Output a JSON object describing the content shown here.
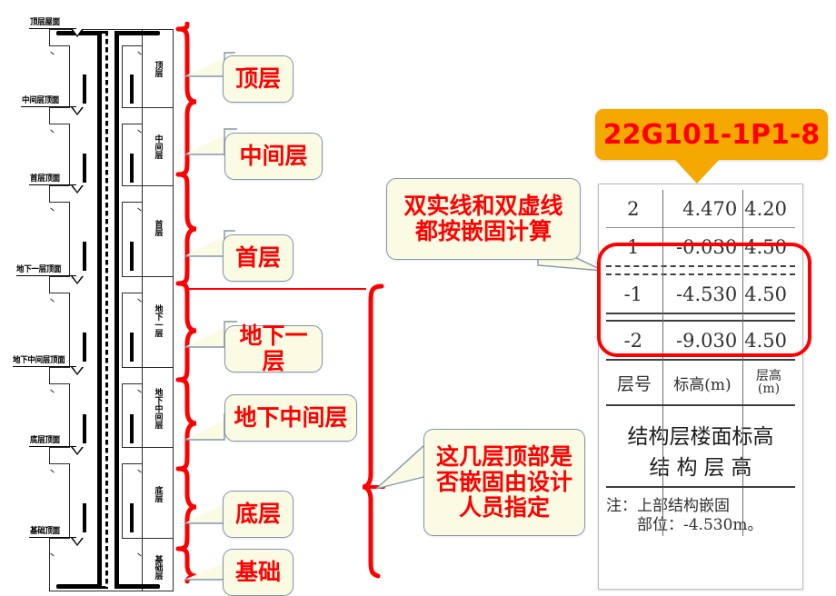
{
  "badge": {
    "code": "22G101-1P1-8"
  },
  "drawing": {
    "elevation_markers": [
      "顶层屋面",
      "中间层顶面",
      "首层顶面",
      "地下一层顶面",
      "地下中间层顶面",
      "底层顶面",
      "基础顶面"
    ],
    "storey_labels": [
      "顶层",
      "中间层",
      "首层",
      "地下一层",
      "地下中间层",
      "底层",
      "基础层"
    ]
  },
  "callouts": {
    "storeys": [
      {
        "label": "顶层"
      },
      {
        "label": "中间层"
      },
      {
        "label": "首层"
      },
      {
        "label": "地下一层"
      },
      {
        "label": "地下中间层"
      },
      {
        "label": "底层"
      },
      {
        "label": "基础"
      }
    ],
    "note_top": "双实线和双虚线\n都按嵌固计算",
    "note_bottom": "这几层顶部是\n否嵌固由设计\n人员指定"
  },
  "table": {
    "headers": {
      "floor": "层号",
      "elevation": "标高(m)",
      "height": "层高\n(m)"
    },
    "rows": [
      {
        "floor": "2",
        "elevation": "4.470",
        "height": "4.20"
      },
      {
        "floor": "1",
        "elevation": "-0.030",
        "height": "4.50"
      },
      {
        "floor": "-1",
        "elevation": "-4.530",
        "height": "4.50"
      },
      {
        "floor": "-2",
        "elevation": "-9.030",
        "height": "4.50"
      }
    ],
    "title_line1": "结构层楼面标高",
    "title_line2": "结构层高",
    "note_line1": "注：上部结构嵌固",
    "note_line2": "部位：-4.530m。"
  },
  "colors": {
    "accent_red": "#ff0000",
    "badge_orange": "#f5a800",
    "bubble_fill": "#fbfbe3",
    "bubble_border": "#8296ae"
  }
}
